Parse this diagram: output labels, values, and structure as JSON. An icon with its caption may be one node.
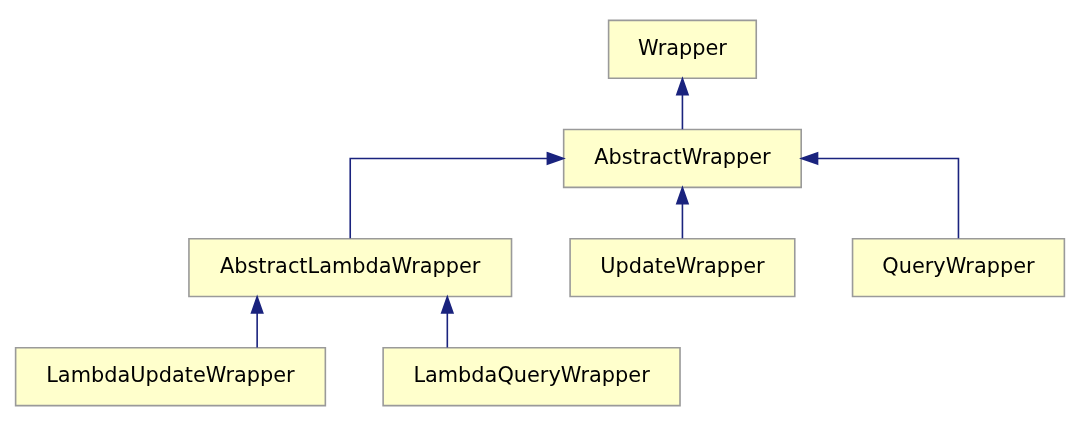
{
  "diagram": {
    "nodes": [
      {
        "text": [
          "Wrapper"
        ]
      },
      {
        "text": [
          "AbstractWrapper"
        ]
      },
      {
        "text": [
          "AbstractLambdaWrapper"
        ]
      },
      {
        "text": [
          "UpdateWrapper"
        ]
      },
      {
        "text": [
          "QueryWrapper"
        ]
      },
      {
        "text": [
          "LambdaUpdateWrapper"
        ]
      },
      {
        "text": [
          "LambdaQueryWrapper"
        ]
      }
    ],
    "edges": [
      {
        "from": 1,
        "to": 0,
        "arrow": "to"
      },
      {
        "from": 2,
        "to": 1,
        "arrow": "to"
      },
      {
        "from": 3,
        "to": 1,
        "arrow": "to"
      },
      {
        "from": 4,
        "to": 1,
        "arrow": "to"
      },
      {
        "from": 5,
        "to": 2,
        "arrow": "to"
      },
      {
        "from": 6,
        "to": 2,
        "arrow": "to"
      }
    ]
  }
}
